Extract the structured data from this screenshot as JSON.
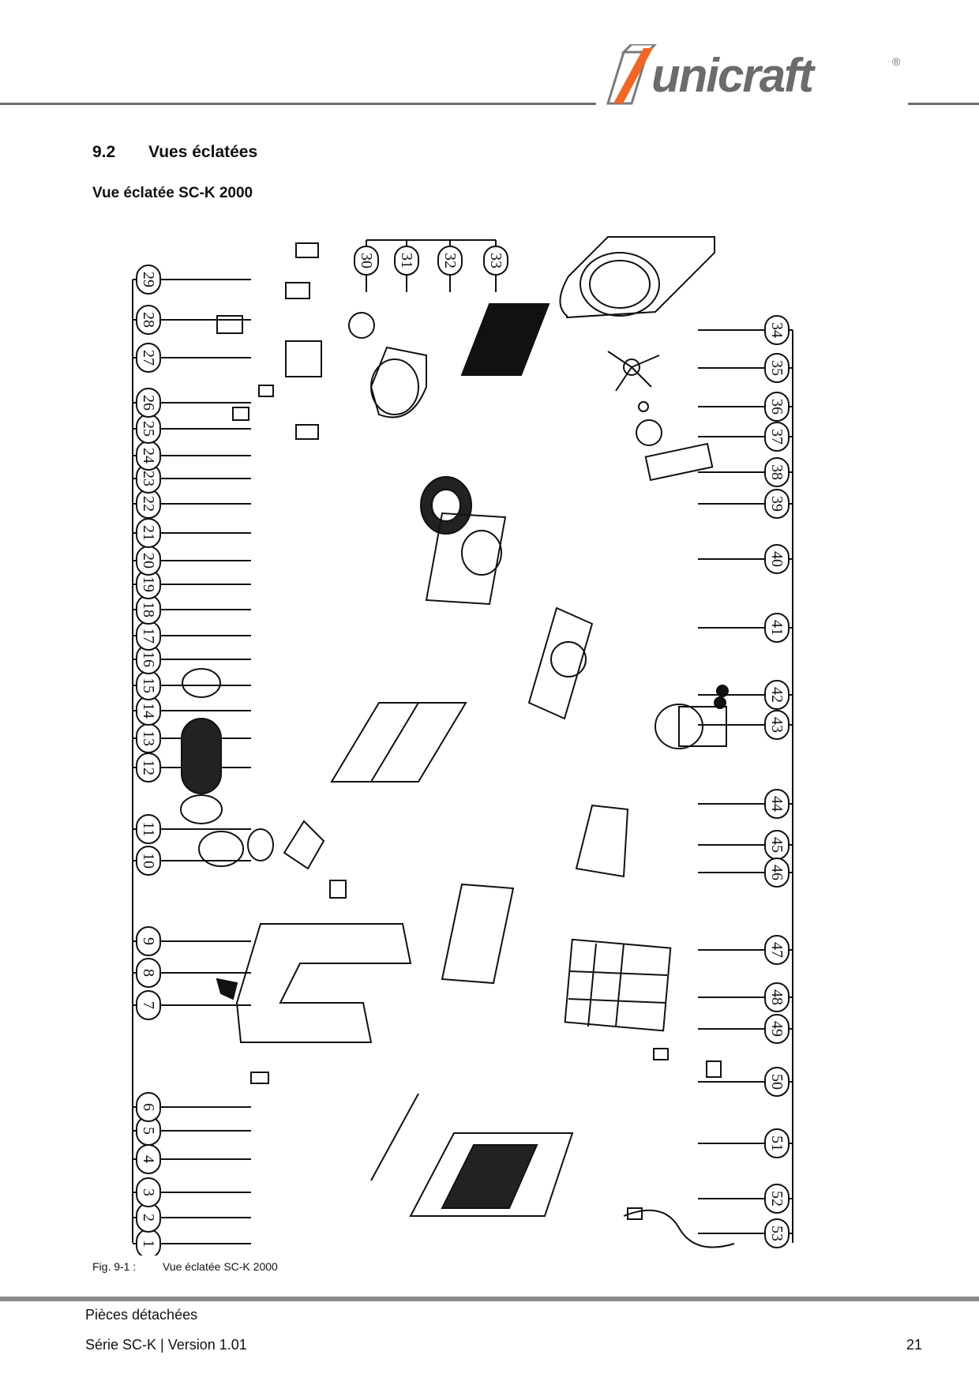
{
  "header": {
    "brand": "unicraft",
    "registered_mark": "®"
  },
  "section": {
    "number": "9.2",
    "title": "Vues éclatées"
  },
  "subsection": {
    "title": "Vue éclatée SC-K 2000"
  },
  "figure": {
    "label": "Fig. 9-1 :",
    "caption": "Vue éclatée SC-K 2000",
    "left_callouts": [
      "1",
      "2",
      "3",
      "4",
      "5",
      "6",
      "7",
      "8",
      "9",
      "10",
      "11",
      "12",
      "13",
      "14",
      "15",
      "16",
      "17",
      "18",
      "19",
      "20",
      "21",
      "22",
      "23",
      "24",
      "25",
      "26",
      "27",
      "28",
      "29"
    ],
    "top_callouts": [
      "30",
      "31",
      "32",
      "33"
    ],
    "right_callouts": [
      "34",
      "35",
      "36",
      "37",
      "38",
      "39",
      "40",
      "41",
      "42",
      "43",
      "44",
      "45",
      "46",
      "47",
      "48",
      "49",
      "50",
      "51",
      "52",
      "53"
    ]
  },
  "footer": {
    "section": "Pièces détachées",
    "series": "Série SC-K  |  Version 1.01",
    "page": "21"
  },
  "colors": {
    "accent": "#f26522",
    "gray": "#6b6b6b"
  }
}
